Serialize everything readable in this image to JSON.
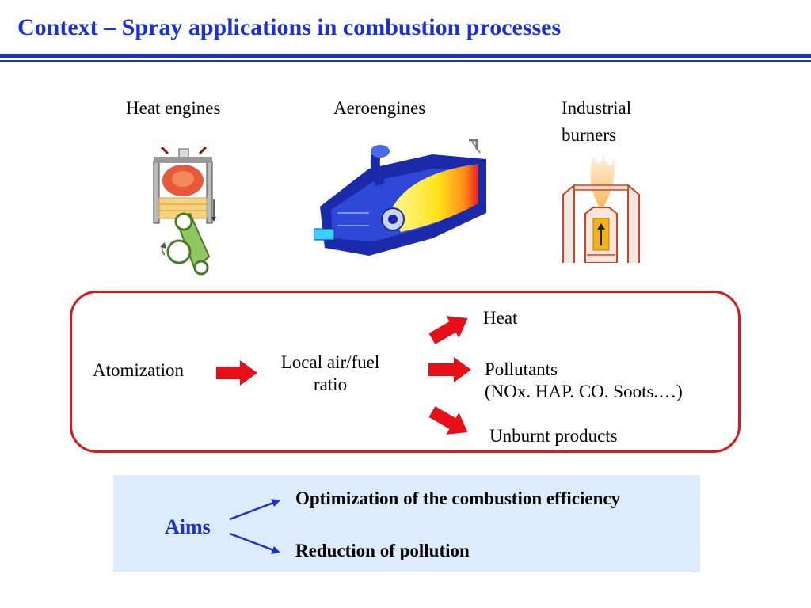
{
  "slide": {
    "title": "Context – Spray applications in combustion processes"
  },
  "categories": [
    {
      "label": "Heat engines",
      "icon": "piston-engine-illustration"
    },
    {
      "label": "Aeroengines",
      "icon": "gas-turbine-combustor-illustration"
    },
    {
      "label_line1": "Industrial",
      "label_line2": "burners",
      "icon": "industrial-burner-illustration"
    }
  ],
  "process": {
    "input": "Atomization",
    "middle_line1": "Local air/fuel",
    "middle_line2": "ratio",
    "outputs": {
      "heat": "Heat",
      "pollutants_line1": "Pollutants",
      "pollutants_line2": "(NOx. HAP. CO. Soots.…)",
      "unburnt": "Unburnt products"
    }
  },
  "aims": {
    "label": "Aims",
    "items": [
      "Optimization of the combustion efficiency",
      "Reduction of pollution"
    ]
  },
  "colors": {
    "title_blue": "#1a2fd6",
    "box_red": "#e0151b",
    "aims_panel": "#deebfa"
  }
}
